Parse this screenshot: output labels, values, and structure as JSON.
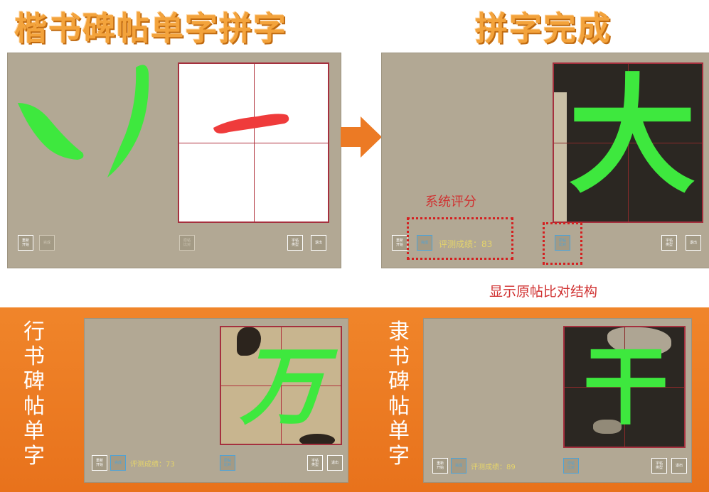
{
  "titles": {
    "left": "楷书碑帖单字拼字",
    "right": "拼字完成"
  },
  "left_panel": {
    "buttons": {
      "refresh": "重新\n开始",
      "complete": "完成",
      "original": "原帖\n比对",
      "change_type": "字帖\n类型",
      "exit": "退出"
    },
    "strokes": [
      "green-dot-stroke",
      "green-curve-stroke",
      "red-horizontal-stroke"
    ]
  },
  "right_panel": {
    "character": "大",
    "score_label": "评测成绩：83",
    "annotation_score": "系统评分",
    "annotation_compare": "显示原帖比对结构",
    "buttons": {
      "refresh": "重新\n开始",
      "complete": "完成",
      "original": "原帖\n比对",
      "change_type": "字帖\n类型",
      "exit": "退出"
    }
  },
  "bottom": {
    "left_title": "行\n书\n碑\n帖\n单\n字",
    "right_title": "隶\n书\n碑\n帖\n单\n字",
    "left_panel": {
      "character": "万",
      "score_label": "评测成绩：73",
      "buttons": {
        "refresh": "重新\n开始",
        "complete": "完成",
        "original": "原帖\n比对",
        "change_type": "字帖\n类型",
        "exit": "退出"
      }
    },
    "right_panel": {
      "character": "干",
      "score_label": "评测成绩：89",
      "buttons": {
        "refresh": "重新\n开始",
        "complete": "完成",
        "original": "原帖\n比对",
        "change_type": "字帖\n类型",
        "exit": "退出"
      }
    }
  },
  "colors": {
    "stroke_green": "#3ee83e",
    "stroke_red": "#ef3b3b",
    "panel_bg": "#b2a894",
    "accent_orange": "#ec7a24",
    "score_yellow": "#e5d46b",
    "annotation_red": "#d42020"
  }
}
